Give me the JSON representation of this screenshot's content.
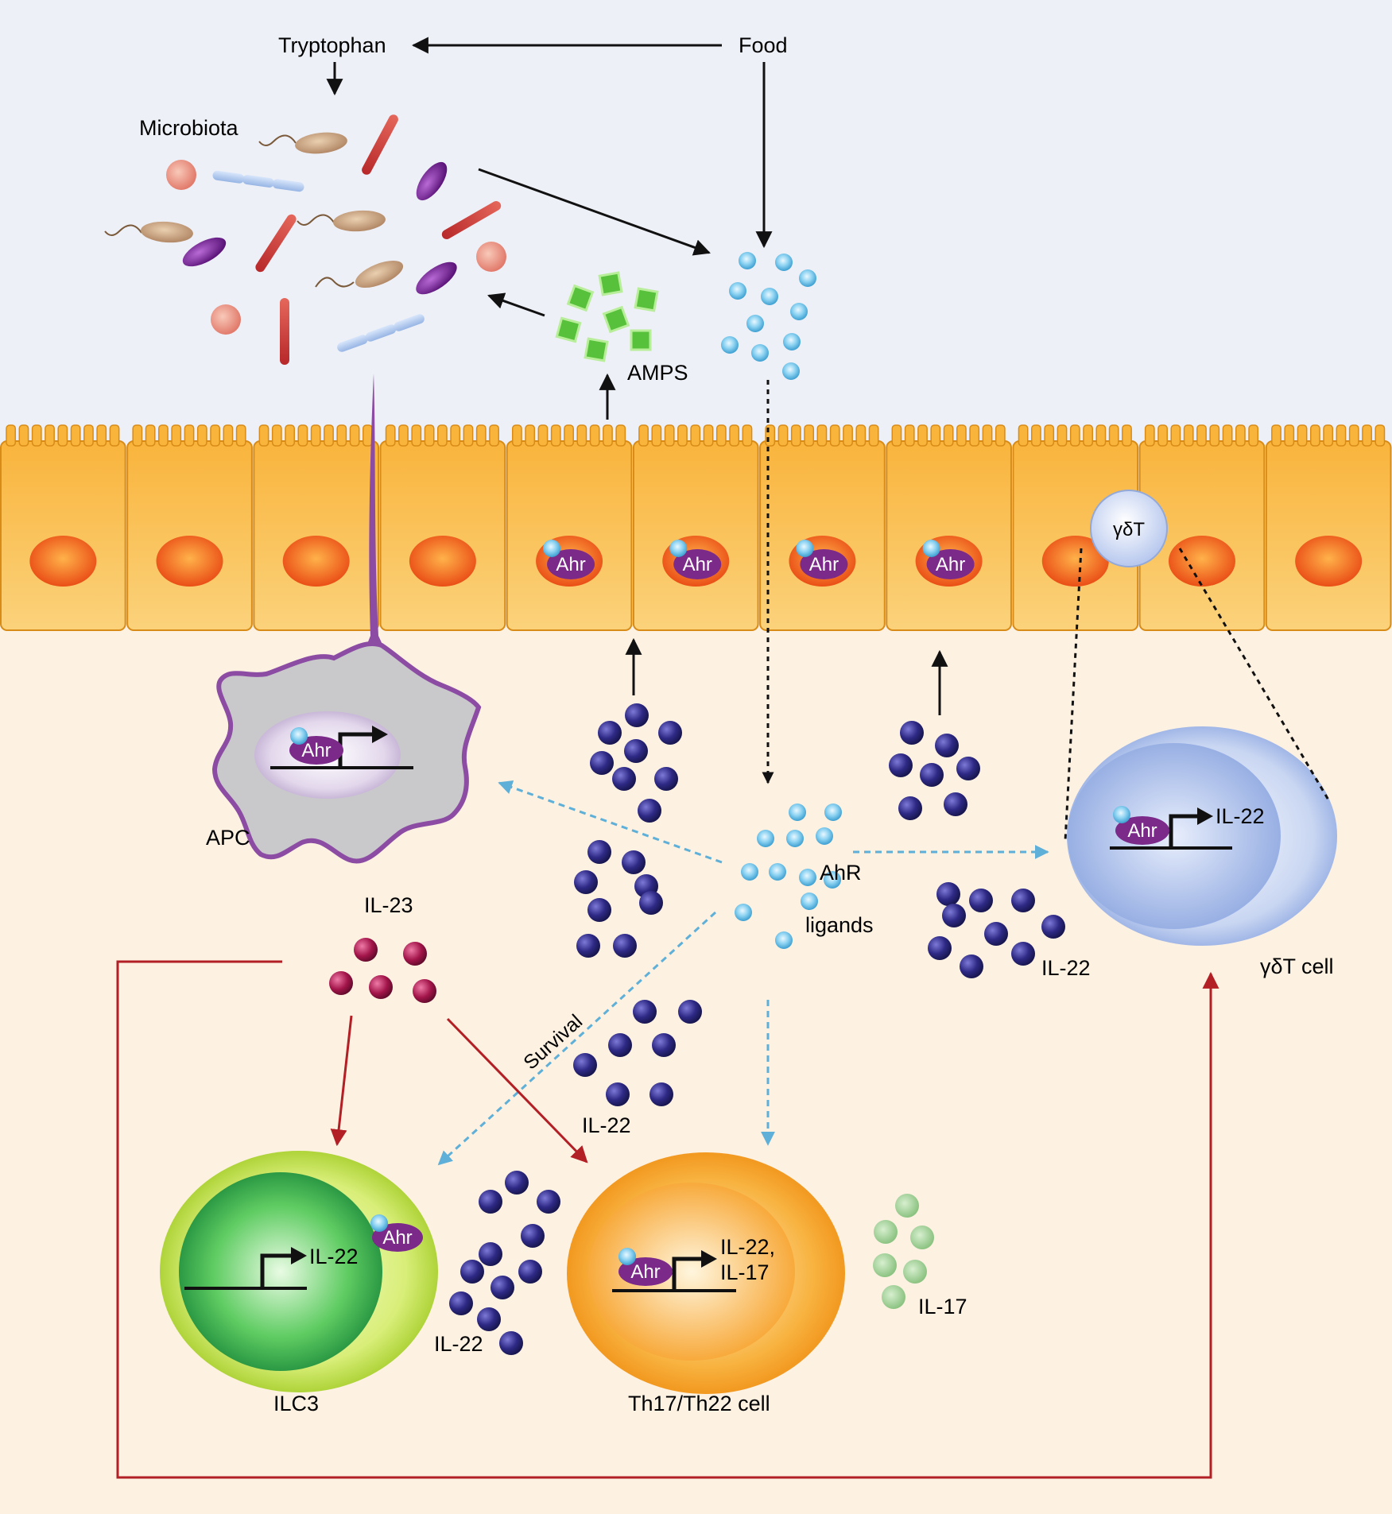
{
  "labels": {
    "tryptophan": "Tryptophan",
    "food": "Food",
    "microbiota": "Microbiota",
    "amps": "AMPS",
    "apc": "APC",
    "il23": "IL-23",
    "ahr_ligands_1": "AhR",
    "ahr_ligands_2": "ligands",
    "gdt": "γδT",
    "gdt_cell": "γδT cell",
    "survival": "Survival",
    "il22_gdt_gene": "IL-22",
    "il22_right": "IL-22",
    "il22_center": "IL-22",
    "il22_ilc3_gene": "IL-22",
    "il22_bottom": "IL-22",
    "il22_th_gene_1": "IL-22,",
    "il22_th_gene_2": "IL-17",
    "il17": "IL-17",
    "ilc3": "ILC3",
    "th": "Th17/Th22 cell",
    "ahr": "Ahr"
  },
  "colors": {
    "lumen": "#eef0f7",
    "tissue": "#fdf1e2",
    "epithelium": "#f7a623",
    "nucleus": "#ee5a1c",
    "ahr_protein": "#7b2a8a",
    "ligand": "#5bb8e0",
    "il22": "#2c2a7c",
    "il23": "#a3154a",
    "il17": "#94c98a",
    "amps": "#57c13c",
    "red_arrow": "#b21f24",
    "blue_dashed": "#5fb0d8"
  }
}
